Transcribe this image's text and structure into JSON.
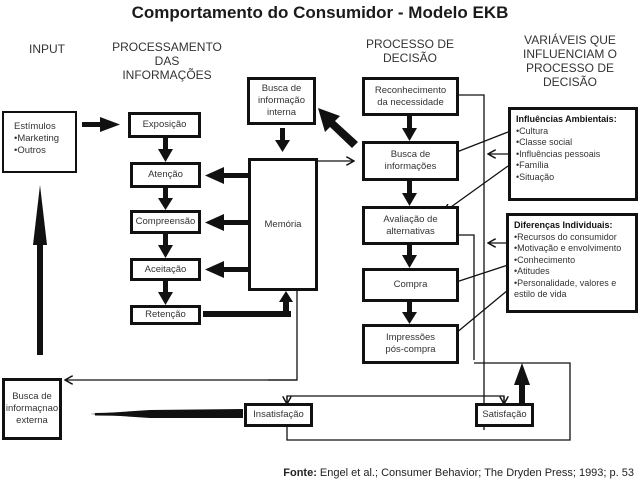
{
  "title": "Comportamento do Consumidor - Modelo EKB",
  "columns": {
    "input": "INPUT",
    "processing": [
      "PROCESSAMENTO",
      "DAS",
      "INFORMAÇÕES"
    ],
    "decision": [
      "PROCESSO DE",
      "DECISÃO"
    ],
    "variables": [
      "VARIÁVEIS QUE",
      "INFLUENCIAM O",
      "PROCESSO DE",
      "DECISÃO"
    ]
  },
  "input": {
    "stimuli_title": "Estímulos",
    "stimuli_items": [
      "•Marketing",
      "•Outros"
    ],
    "external_search": [
      "Busca de",
      "informaçnao",
      "externa"
    ]
  },
  "processing": {
    "steps": [
      "Exposição",
      "Atenção",
      "Compreensão",
      "Aceitação",
      "Retenção"
    ],
    "memory": "Memória",
    "internal_search": [
      "Busca de",
      "informação",
      "interna"
    ]
  },
  "decision": {
    "steps": [
      [
        "Reconhecimento",
        "da necessidade"
      ],
      [
        "Busca de",
        "informações"
      ],
      [
        "Avaliação de",
        "alternativas"
      ],
      [
        "Compra"
      ],
      [
        "Impressões",
        "pós-compra"
      ]
    ],
    "outcomes": {
      "dissatisfaction": "Insatisfação",
      "satisfaction": "Satisfação"
    }
  },
  "influences": {
    "environmental": {
      "heading": "Influências Ambientais:",
      "items": [
        "•Cultura",
        "•Classe social",
        "•Influências pessoais",
        "•Família",
        "•Situação"
      ]
    },
    "individual": {
      "heading": "Diferenças Individuais:",
      "items": [
        "•Recursos do consumidor",
        "•Motivação e envolvimento",
        "•Conhecimento",
        "•Atitudes",
        "•Personalidade, valores e",
        "estilo de vida"
      ]
    }
  },
  "source": {
    "label": "Fonte:",
    "text": " Engel et al.; Consumer Behavior; The Dryden Press; 1993; p. 53"
  }
}
